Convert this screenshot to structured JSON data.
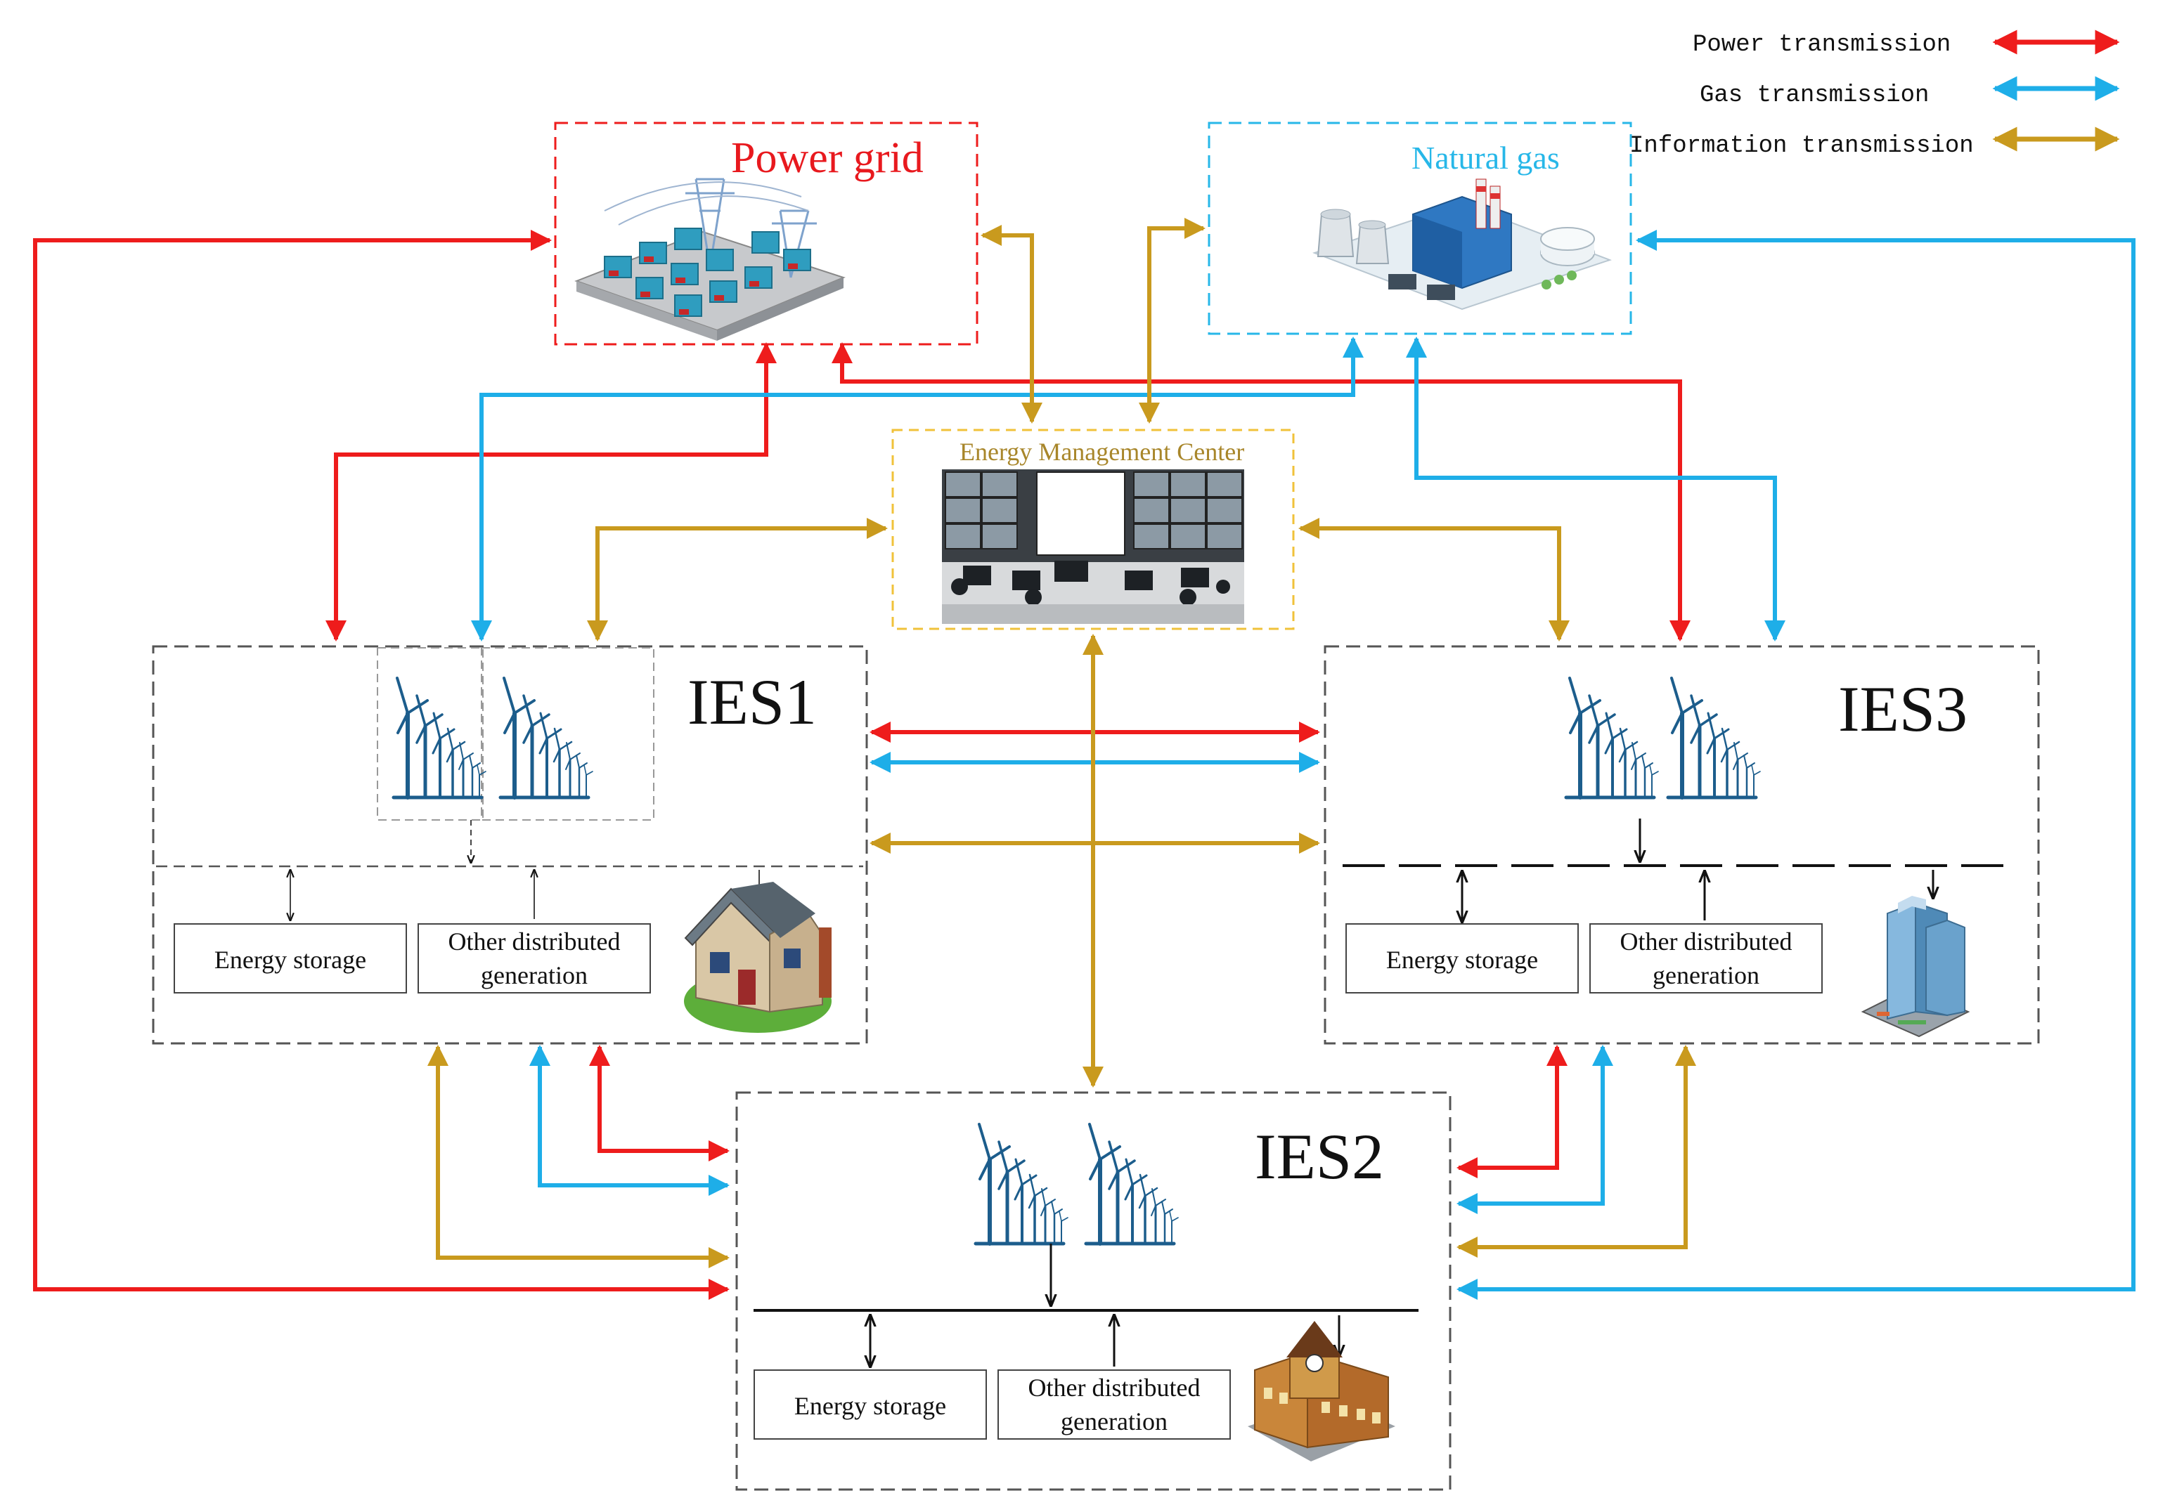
{
  "legend": {
    "power": "Power transmission",
    "gas": "Gas transmission",
    "info": "Information transmission"
  },
  "nodes": {
    "power_grid": {
      "title": "Power grid"
    },
    "natural_gas": {
      "title": "Natural gas"
    },
    "emc": {
      "title": "Energy Management Center"
    },
    "ies1": {
      "title": "IES1",
      "storage": "Energy storage",
      "dg_line1": "Other distributed",
      "dg_line2": "generation"
    },
    "ies2": {
      "title": "IES2",
      "storage": "Energy storage",
      "dg_line1": "Other distributed",
      "dg_line2": "generation"
    },
    "ies3": {
      "title": "IES3",
      "storage": "Energy storage",
      "dg_line1": "Other distributed",
      "dg_line2": "generation"
    }
  },
  "colors": {
    "power": "#ee1c1c",
    "gas": "#1eaee8",
    "info": "#c99a1e",
    "grid_label": "#e8191e",
    "gas_label": "#27b7e8",
    "emc_label": "#a8862a",
    "box_border": "#555555",
    "turbine": "#1c5d8c"
  },
  "icons": {
    "power_grid": "substation-icon",
    "natural_gas": "gas-plant-icon",
    "emc": "control-room-icon",
    "ies1_load": "house-icon",
    "ies2_load": "school-building-icon",
    "ies3_load": "office-tower-icon",
    "generation": "wind-turbine-icon"
  }
}
